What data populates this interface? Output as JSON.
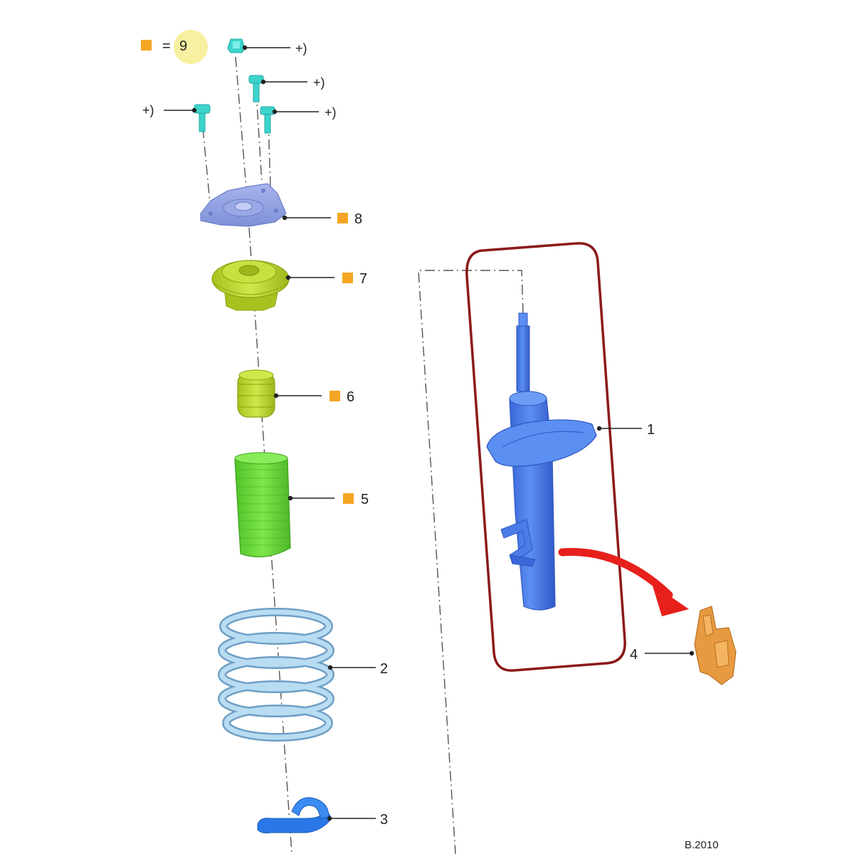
{
  "legend": {
    "equals": "=",
    "value": "9",
    "marker_color": "#f5a623",
    "highlight_color": "#f7f0a0"
  },
  "callouts": {
    "c1": "1",
    "c2": "2",
    "c3": "3",
    "c4": "4",
    "c5": "5",
    "c6": "6",
    "c7": "7",
    "c8": "8"
  },
  "fasteners": {
    "f1": "+)",
    "f2": "+)",
    "f3": "+)",
    "f4": "+)"
  },
  "ref_code": "B.2010",
  "colors": {
    "bolt": "#3dd4cc",
    "top_mount": "#8fa0e0",
    "bearing": "#b9d62f",
    "bump_stop": "#b9d62f",
    "dust_boot": "#6fdc3a",
    "spring": "#9cc8e6",
    "spring_seat": "#2a78e8",
    "strut": "#4a7de8",
    "bracket": "#e89a40",
    "highlight_frame": "#8b1a1a",
    "arrow": "#e8201c"
  }
}
